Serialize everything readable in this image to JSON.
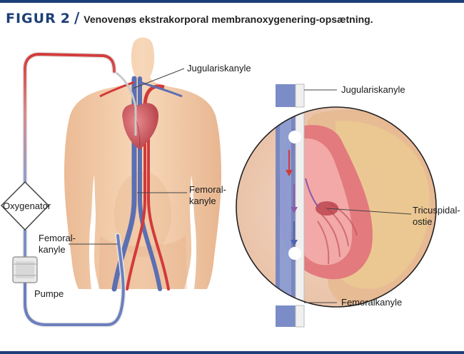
{
  "header": {
    "figure_label": "FIGUR",
    "figure_number": "2",
    "separator": "/",
    "caption": "Venovenøs ekstrakorporal membranoxygenering-opsætning."
  },
  "labels": {
    "jugular_body": "Jugulariskanyle",
    "jugular_inset": "Jugulariskanyle",
    "femoral_mid_line1": "Femoral-",
    "femoral_mid_line2": "kanyle",
    "oxygenator": "Oxygenator",
    "femoral_left_line1": "Femoral-",
    "femoral_left_line2": "kanyle",
    "pump": "Pumpe",
    "tricuspid_line1": "Tricuspidal-",
    "tricuspid_line2": "ostie",
    "femoral_inset": "Femoralkanyle"
  },
  "colors": {
    "brand": "#1d3f78",
    "skin": "#f0c9a4",
    "oxygenated": "#d23a3a",
    "deoxygenated": "#5b6fb2",
    "heart": "#c8454d"
  }
}
